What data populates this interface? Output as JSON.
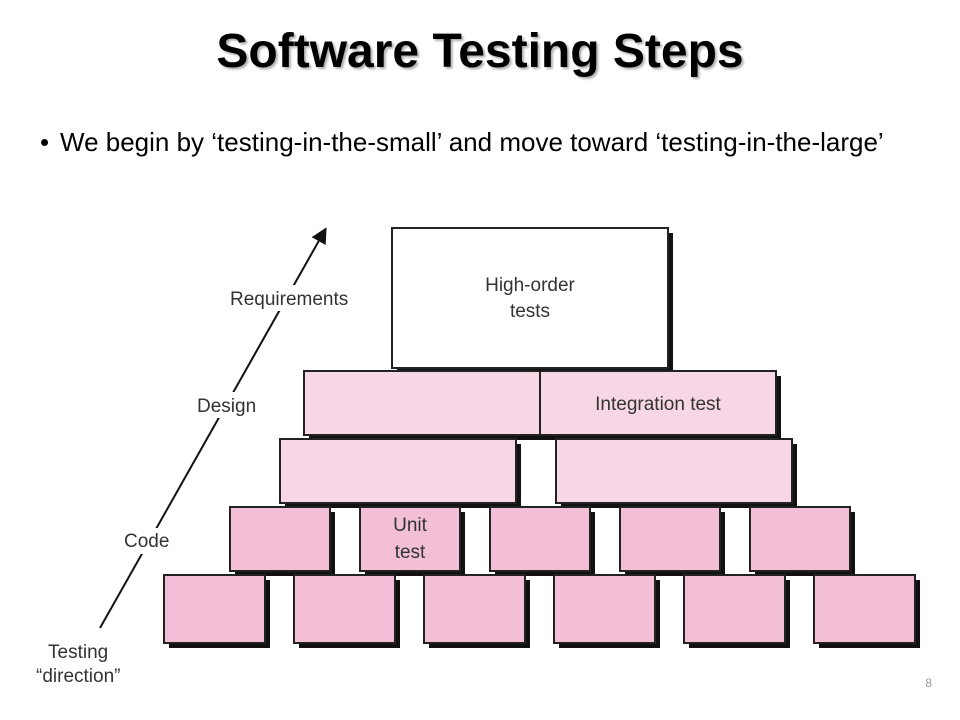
{
  "slide": {
    "title": "Software Testing Steps",
    "bullet_marker": "•",
    "bullet": "We begin by ‘testing-in-the-small’ and move toward ‘testing-in-the-large’",
    "page_number": "8"
  },
  "diagram": {
    "blocks": {
      "high_order_line1": "High-order",
      "high_order_line2": "tests",
      "integration": "Integration test",
      "unit_line1": "Unit",
      "unit_line2": "test"
    },
    "axis": {
      "requirements": "Requirements",
      "design": "Design",
      "code": "Code",
      "testing_line1": "Testing",
      "testing_line2": "“direction”"
    }
  },
  "colors": {
    "top_block_fill": "#ffffff",
    "integration_fill": "#f7d6e6",
    "unit_fill": "#f3bfd7",
    "block_stroke": "#222222",
    "shadow": "#111111",
    "arrow": "#111111"
  }
}
